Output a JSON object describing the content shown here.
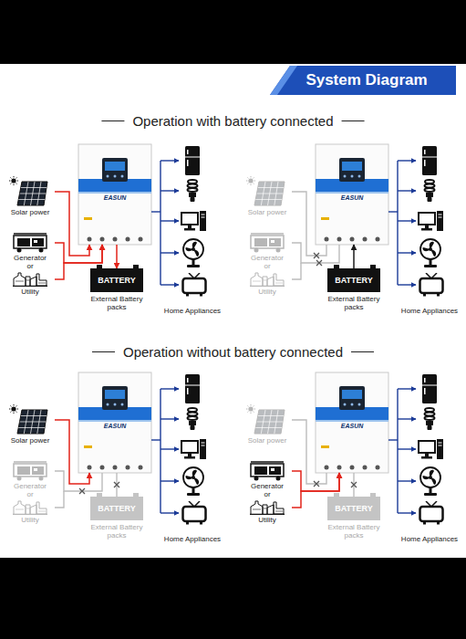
{
  "diagram": {
    "title": "System Diagram",
    "nodes": [
      {
        "text": [
          "Solar power"
        ]
      },
      {
        "text": [
          "Generator or"
        ]
      },
      {
        "text": [
          "Utility"
        ]
      },
      {
        "text": [
          "EASUN"
        ]
      },
      {
        "text": [
          "BATTERY",
          "External Battery packs"
        ]
      },
      {
        "text": [
          "Solar power"
        ]
      },
      {
        "text": [
          "Generator or"
        ]
      },
      {
        "text": [
          "Utility"
        ]
      },
      {
        "text": [
          "EASUN"
        ]
      },
      {
        "text": [
          "BATTERY",
          "External Battery packs"
        ]
      },
      {
        "text": [
          "Solar power"
        ]
      },
      {
        "text": [
          "Generator or"
        ]
      },
      {
        "text": [
          "Utility"
        ]
      },
      {
        "text": [
          "EASUN"
        ]
      },
      {
        "text": [
          "BATTERY",
          "External Battery packs"
        ]
      },
      {
        "text": [
          "Solar power"
        ]
      },
      {
        "text": [
          "Generator or"
        ]
      },
      {
        "text": [
          "Utility"
        ]
      },
      {
        "text": [
          "EASUN"
        ]
      },
      {
        "text": [
          "BATTERY",
          "External Battery packs"
        ]
      }
    ],
    "edges": [
      {
        "from": 0,
        "to": 3,
        "arrow": "to"
      },
      {
        "from": 1,
        "to": 3,
        "arrow": "to"
      },
      {
        "from": 2,
        "to": 3,
        "arrow": "to"
      },
      {
        "from": 3,
        "to": 4,
        "arrow": "to"
      },
      {
        "from": 9,
        "to": 8,
        "arrow": "to"
      },
      {
        "from": 10,
        "to": 13,
        "arrow": "to"
      },
      {
        "from": 16,
        "to": 18,
        "arrow": "to"
      },
      {
        "from": 17,
        "to": 18,
        "arrow": "to"
      }
    ],
    "labels": [
      "Operation with battery connected",
      "Operation without battery connected",
      "Home Appliances",
      "Home Appliances",
      "Home Appliances",
      "Home Appliances"
    ]
  }
}
